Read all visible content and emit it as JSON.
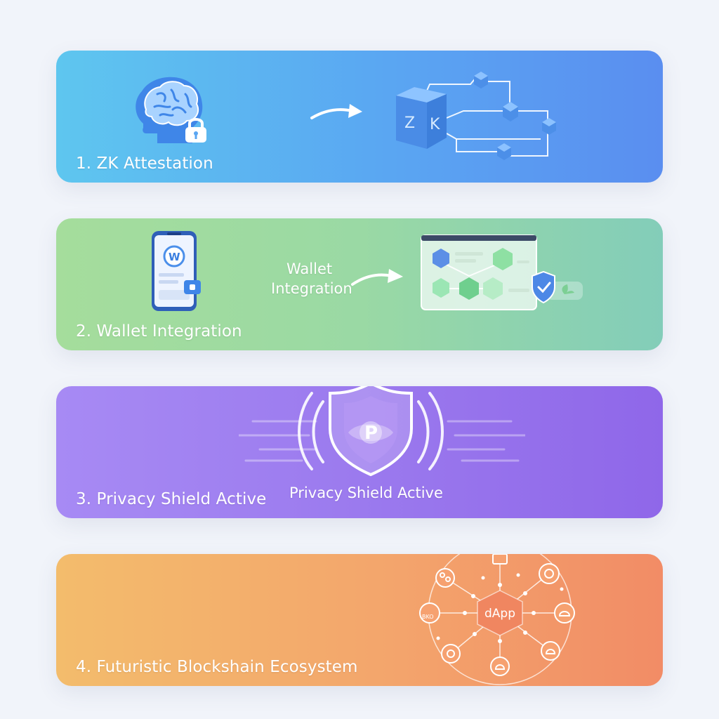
{
  "steps": [
    {
      "label": "1. ZK Attestation",
      "cube_letters": [
        "Z",
        "K"
      ]
    },
    {
      "label": "2. Wallet Integration",
      "wallet_initial": "W",
      "flow_label": [
        "Wallet",
        "Integration"
      ]
    },
    {
      "label": "3. Privacy Shield Active",
      "shield_letter": "P",
      "caption": "Privacy Shield Active"
    },
    {
      "label": "4. Futuristic Blockshain Ecosystem",
      "hub_label": "dApp",
      "node_text": "BKO"
    }
  ],
  "colors": {
    "zk": "#5aa6f2",
    "wallet": "#9ad9a4",
    "privacy": "#9b7aee",
    "ecosystem": "#f3a56c",
    "dapp_hub": "#f08660"
  },
  "icons": [
    "brain-icon",
    "lock-icon",
    "arrow-icon",
    "cube-icon",
    "phone-icon",
    "dashboard-icon",
    "shield-icon",
    "network-icon"
  ]
}
